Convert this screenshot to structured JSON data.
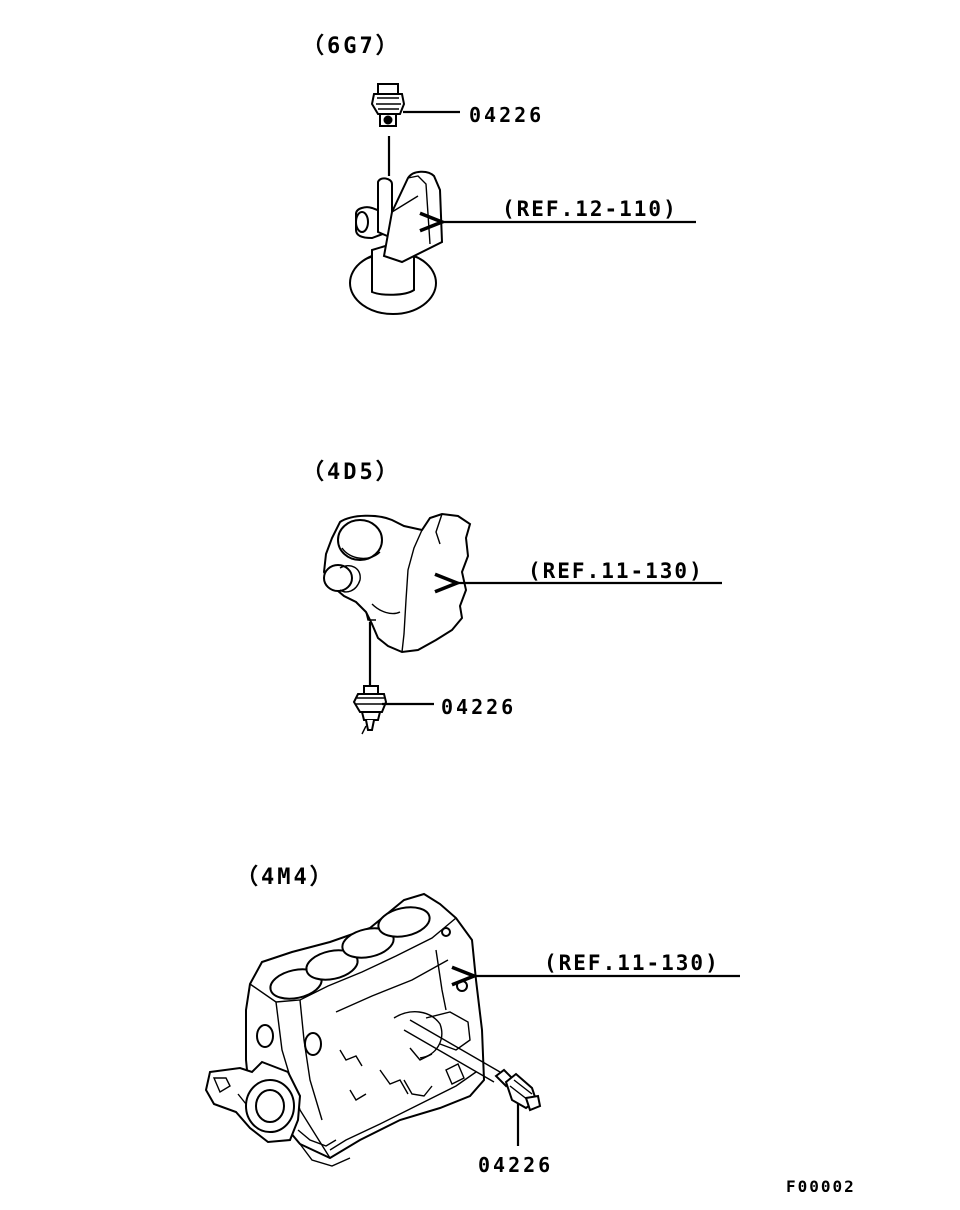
{
  "sections": [
    {
      "engine_label": "（6G7）",
      "part_code": "04226",
      "ref": "(REF.12-110)"
    },
    {
      "engine_label": "（4D5）",
      "part_code": "04226",
      "ref": "(REF.11-130)"
    },
    {
      "engine_label": "（4M4）",
      "part_code": "04226",
      "ref": "(REF.11-130)"
    }
  ],
  "footer": {
    "figure_code": "F00002"
  }
}
